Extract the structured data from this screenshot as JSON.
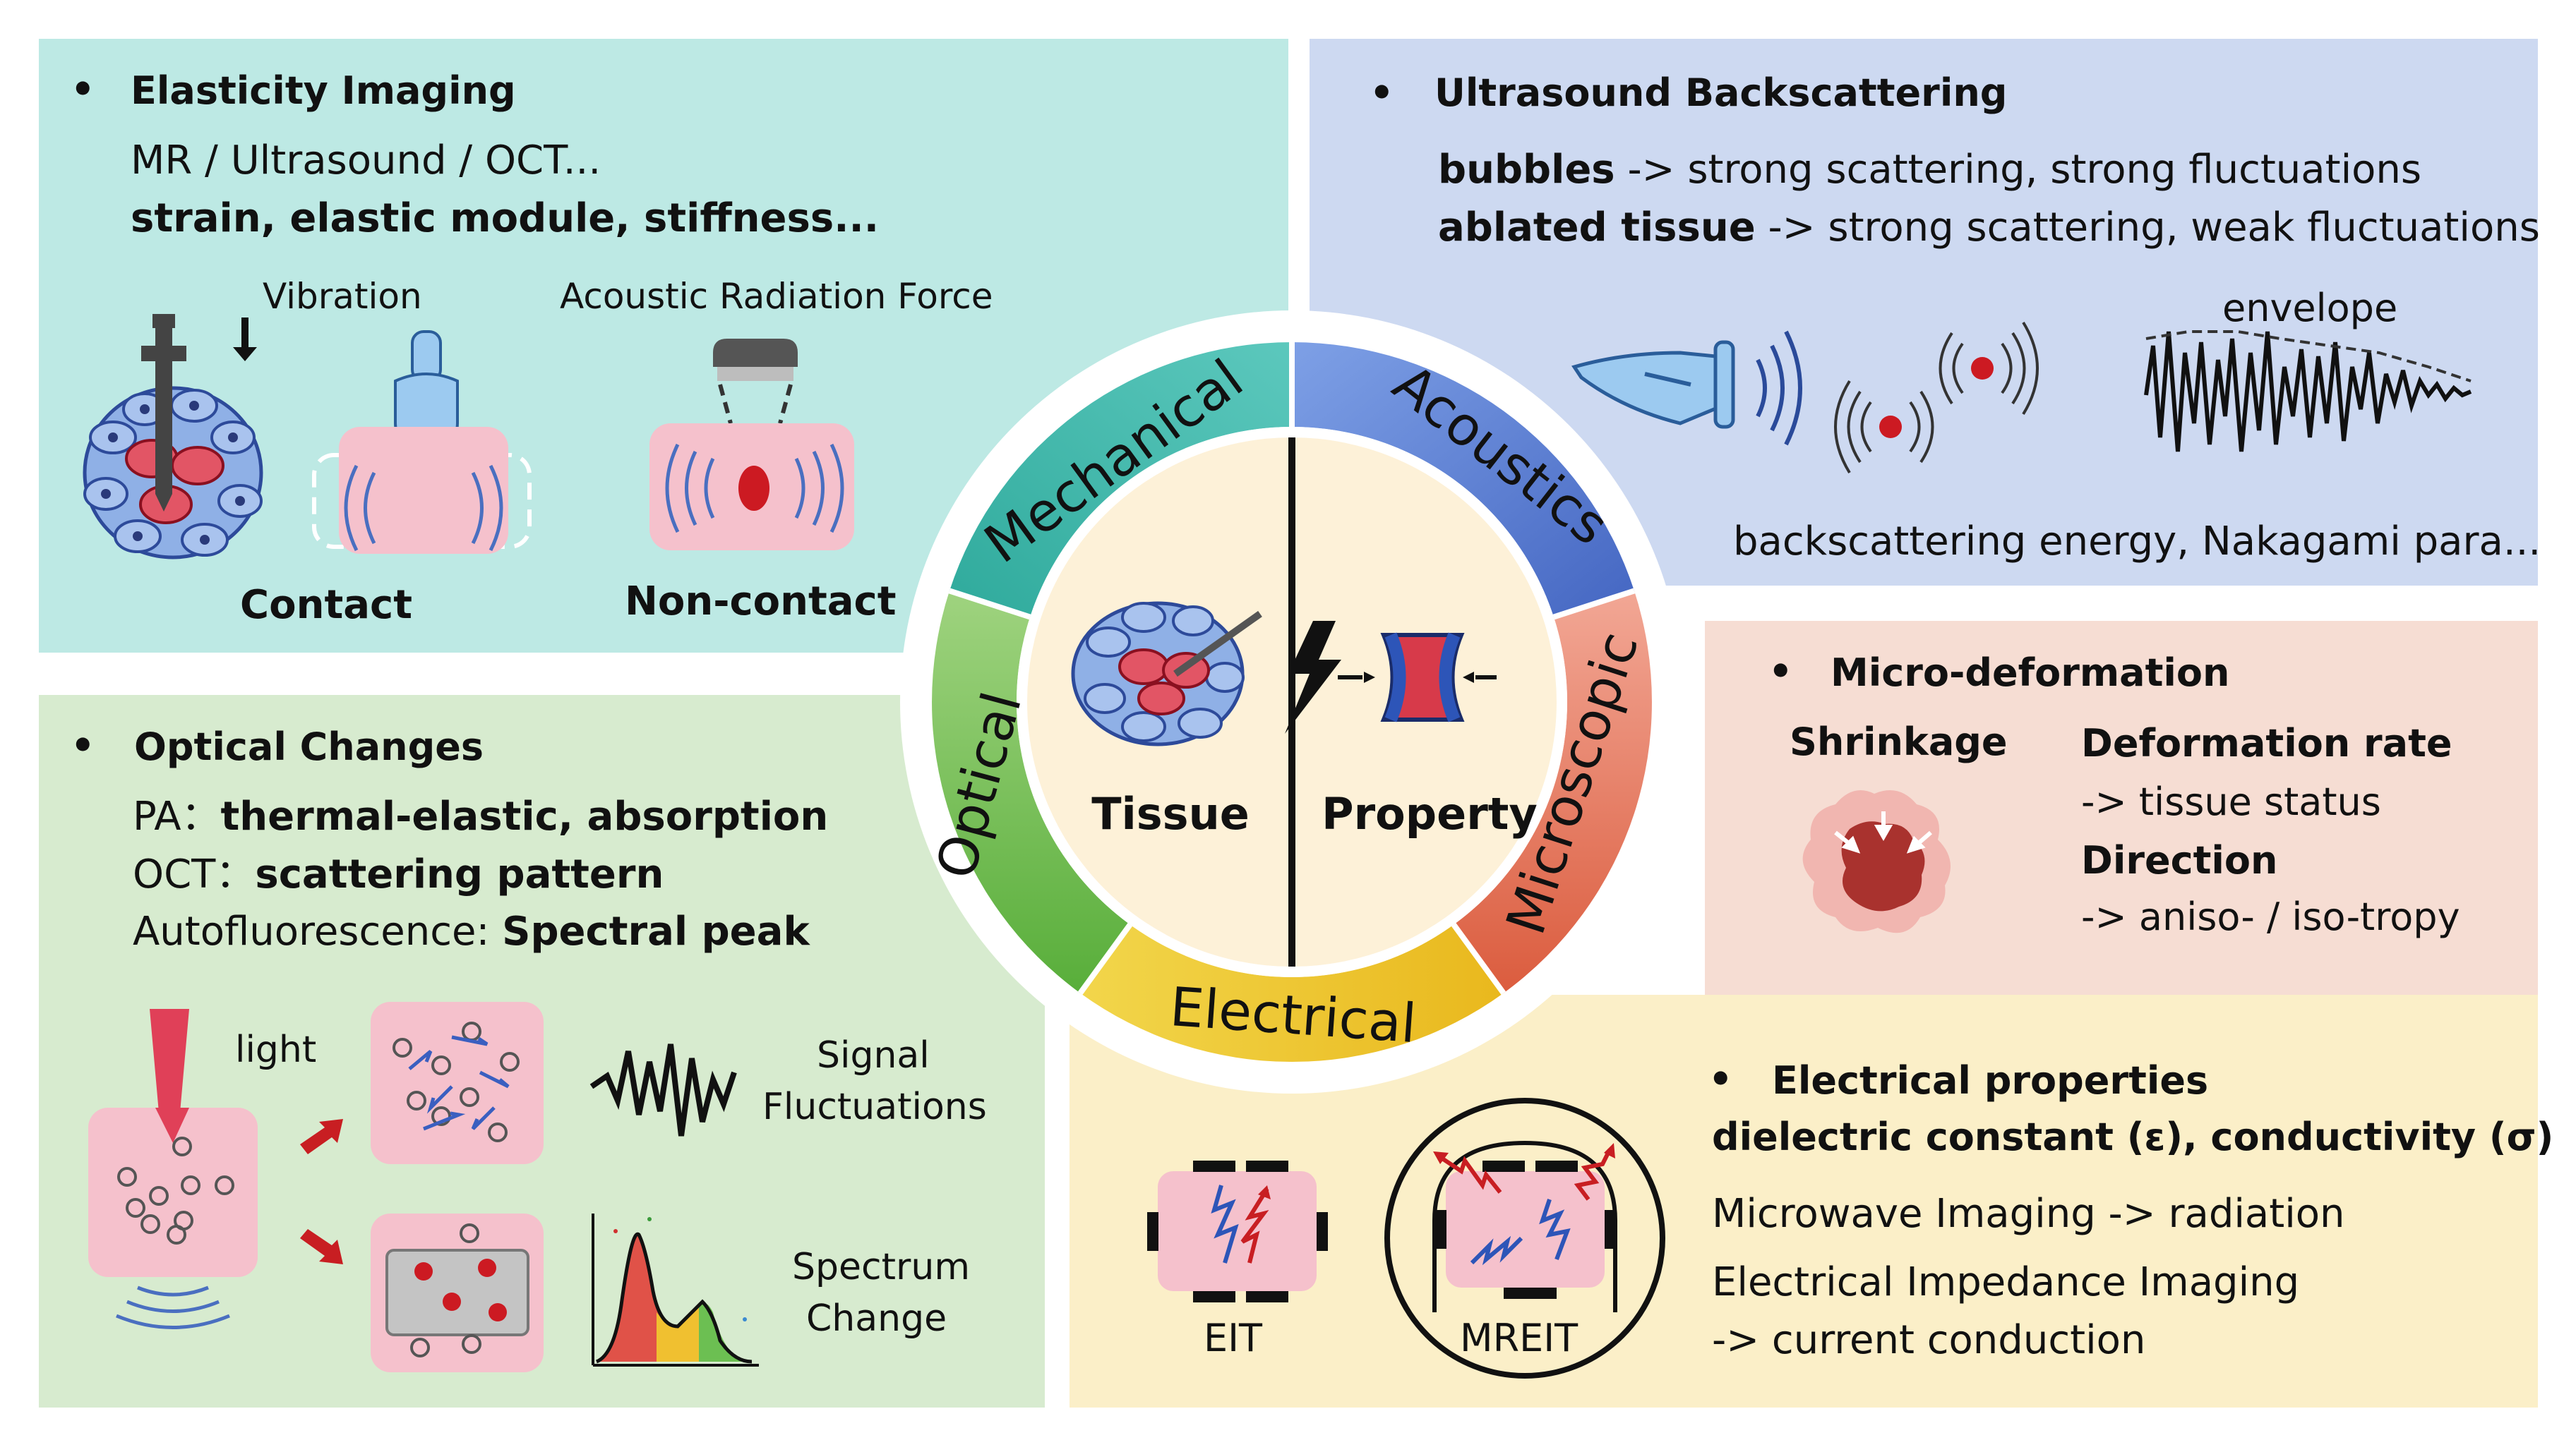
{
  "colors": {
    "elasticity_bg": "#bde9e4",
    "acoustic_bg": "#cdd9f1",
    "optical_bg": "#d7ebcf",
    "micro_bg": "#f6ddd3",
    "electrical_bg": "#fbefc8",
    "ring_mechanical": "#38b3a8",
    "ring_acoustics": "#5a7fd0",
    "ring_microscopic": "#e2735a",
    "ring_electrical": "#e9c326",
    "ring_optical": "#6fb84c",
    "center_fill": "#fdf1d8",
    "tissue_pink": "#f5c1cc",
    "red_dot": "#cc1a22"
  },
  "wheel": {
    "segments": [
      "Mechanical",
      "Acoustics",
      "Microscopic",
      "Electrical",
      "Optical"
    ],
    "left_label": "Tissue",
    "right_label": "Property",
    "icons": [
      "tissue-cluster-icon",
      "lightning-icon",
      "compression-icon"
    ]
  },
  "elasticity": {
    "bullet": "•",
    "title": "Elasticity Imaging",
    "line1": "MR / Ultrasound / OCT...",
    "line2": "strain, elastic module, stiffness...",
    "vibration": "Vibration",
    "arf": "Acoustic Radiation Force",
    "contact": "Contact",
    "noncontact": "Non-contact"
  },
  "acoustic": {
    "bullet": "•",
    "title": "Ultrasound Backscattering",
    "l1_bold": "bubbles",
    "l1_rest": " -> strong scattering, strong fluctuations",
    "l2_bold": "ablated tissue",
    "l2_rest": " -> strong scattering, weak fluctuations",
    "envelope": "envelope",
    "footer": "backscattering energy, Nakagami para..."
  },
  "optical": {
    "bullet": "•",
    "title": "Optical Changes",
    "pa_label": "PA：",
    "pa_value": "thermal-elastic, absorption",
    "oct_label": "OCT：",
    "oct_value": "scattering pattern",
    "af_label": "Autofluorescence: ",
    "af_value": "Spectral peak",
    "light": "light",
    "signal1": "Signal",
    "signal2": "Fluctuations",
    "spectrum1": "Spectrum",
    "spectrum2": "Change"
  },
  "micro": {
    "bullet": "•",
    "title": "Micro-deformation",
    "shrinkage": "Shrinkage",
    "rate": "Deformation rate",
    "rate_desc": "-> tissue status",
    "direction": "Direction",
    "direction_desc": "-> aniso- / iso-tropy"
  },
  "electrical": {
    "bullet": "•",
    "title": "Electrical properties",
    "subtitle": "dielectric constant (ε), conductivity (σ)",
    "mw": "Microwave Imaging -> radiation",
    "eii1": "Electrical Impedance Imaging",
    "eii2": "-> current conduction",
    "eit": "EIT",
    "mreit": "MREIT"
  }
}
